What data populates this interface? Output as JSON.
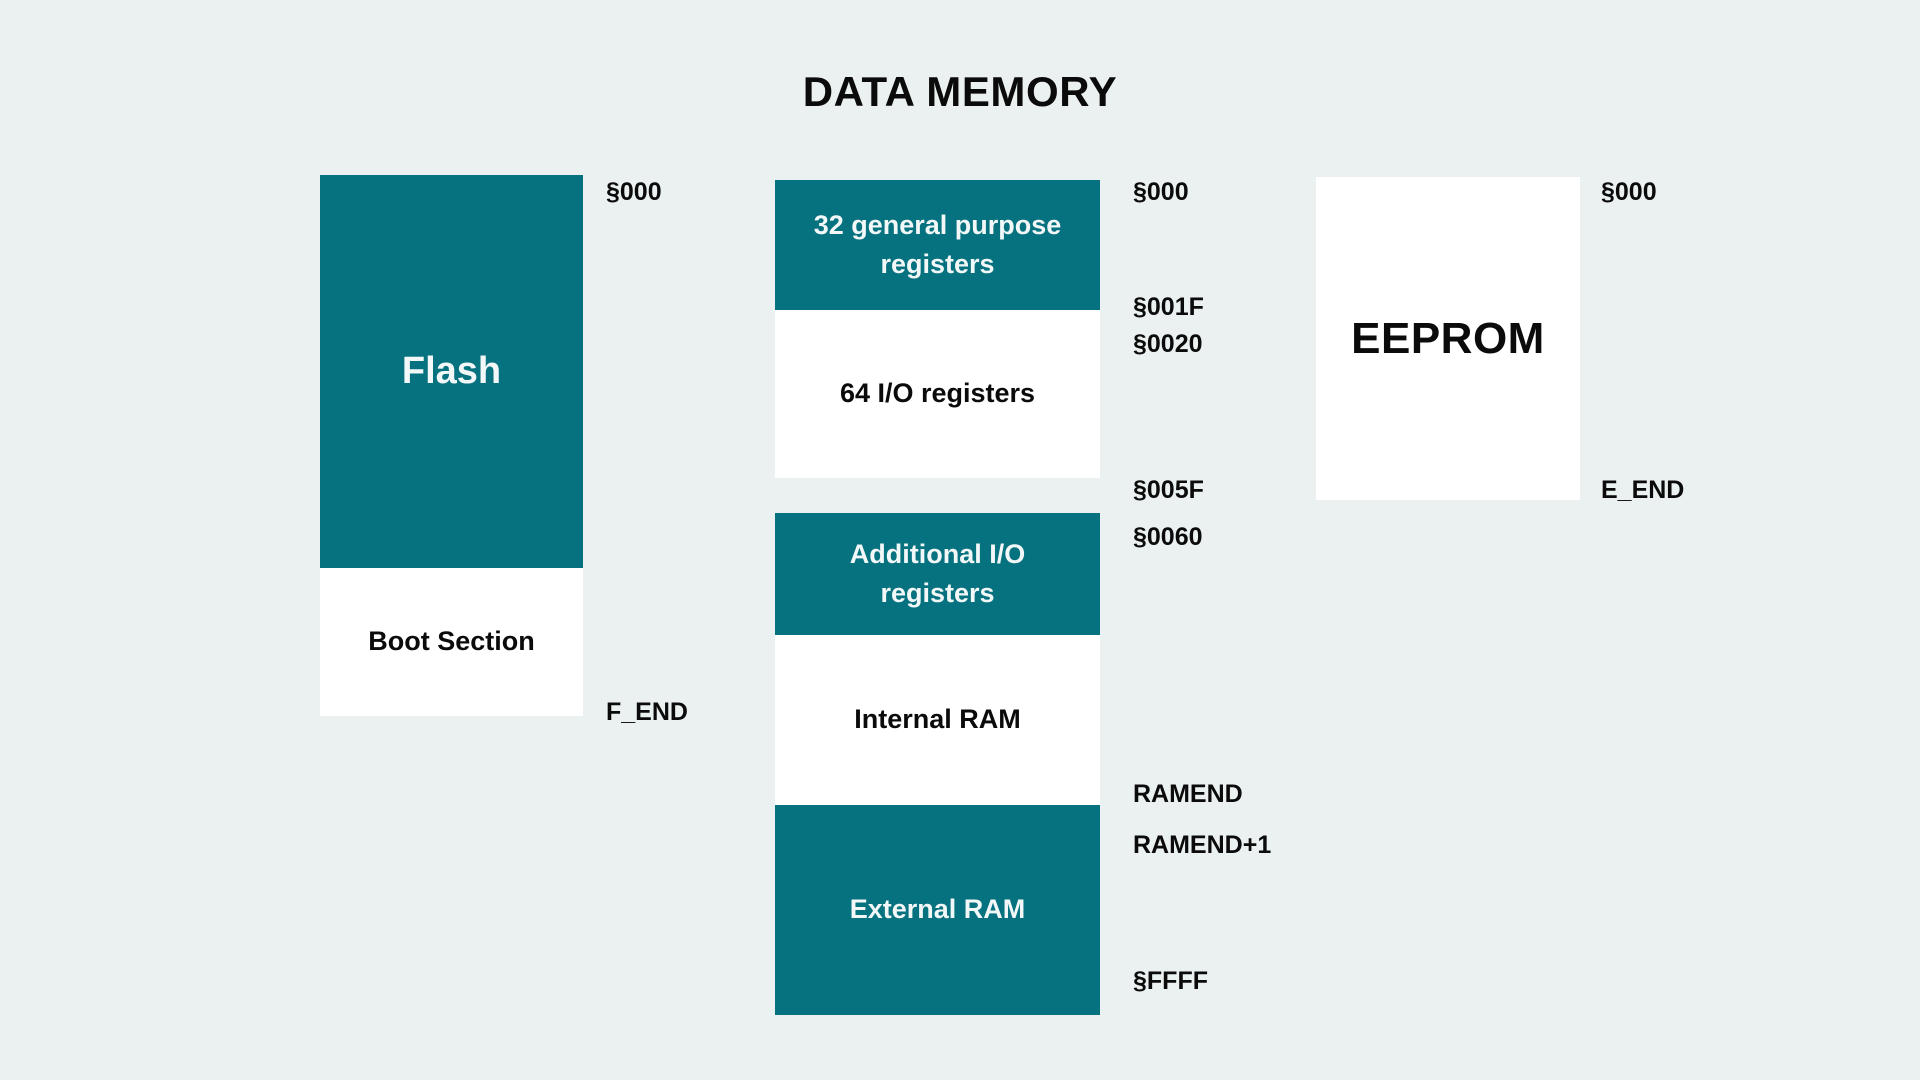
{
  "title": "DATA MEMORY",
  "colors": {
    "background": "#ebf1f1",
    "fill_teal": "#06717f",
    "fill_white": "#ffffff",
    "text_dark": "#0b0b0b",
    "text_light": "#f2f7f7"
  },
  "flash": {
    "blocks": [
      {
        "label": "Flash",
        "fill": "teal"
      },
      {
        "label": "Boot Section",
        "fill": "white"
      }
    ],
    "addresses": [
      {
        "label": "§000"
      },
      {
        "label": "F_END"
      }
    ]
  },
  "data_memory": {
    "blocks": [
      {
        "label": "32 general purpose registers",
        "fill": "teal"
      },
      {
        "label": "64 I/O registers",
        "fill": "white"
      },
      {
        "label": "Additional I/O registers",
        "fill": "teal"
      },
      {
        "label": "Internal RAM",
        "fill": "white"
      },
      {
        "label": "External RAM",
        "fill": "teal"
      }
    ],
    "addresses": [
      {
        "label": "§000"
      },
      {
        "label": "§001F"
      },
      {
        "label": "§0020"
      },
      {
        "label": "§005F"
      },
      {
        "label": "§0060"
      },
      {
        "label": "RAMEND"
      },
      {
        "label": "RAMEND+1"
      },
      {
        "label": "§FFFF"
      }
    ]
  },
  "eeprom": {
    "blocks": [
      {
        "label": "EEPROM",
        "fill": "white"
      }
    ],
    "addresses": [
      {
        "label": "§000"
      },
      {
        "label": "E_END"
      }
    ]
  }
}
